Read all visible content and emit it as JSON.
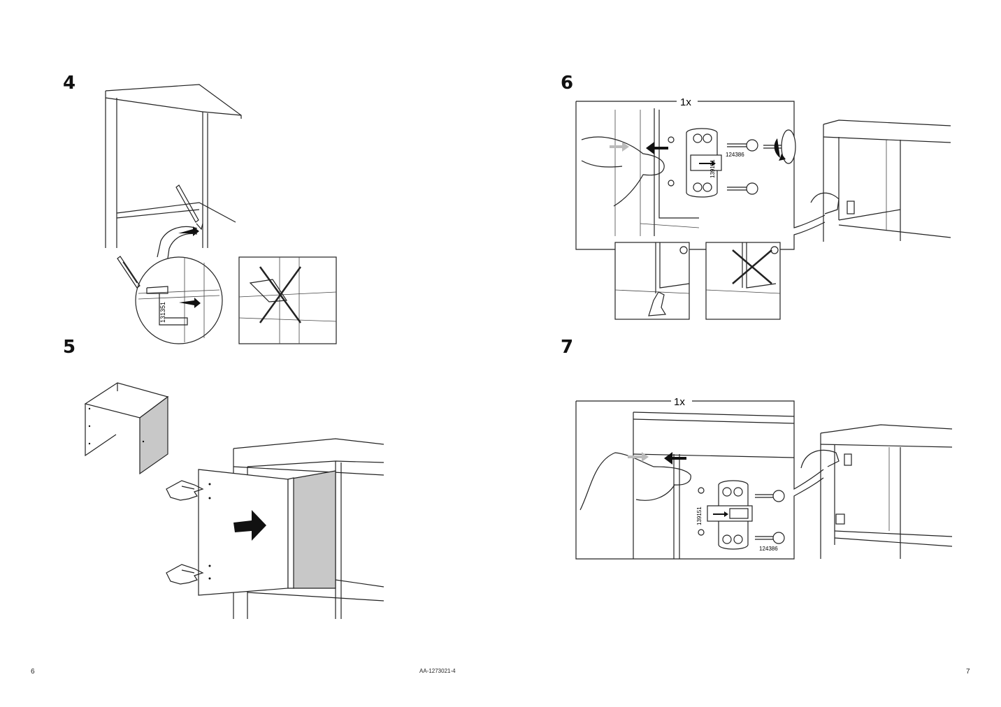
{
  "steps": [
    "4",
    "5",
    "6",
    "7"
  ],
  "step6": {
    "quantity": "1x",
    "part_hinge": "139151",
    "part_screw": "124386"
  },
  "step7": {
    "quantity": "1x",
    "part_hinge": "139151",
    "part_screw": "124386"
  },
  "step4": {
    "part_clip": "131351"
  },
  "footer": {
    "page_left": "6",
    "page_right": "7",
    "doc_code": "AA-1273021-4"
  }
}
